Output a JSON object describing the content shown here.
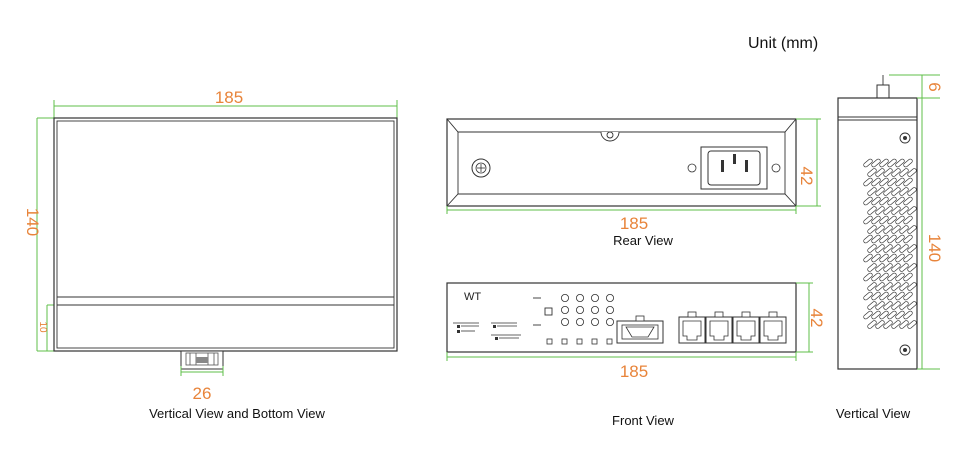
{
  "unit_label": "Unit (mm)",
  "views": {
    "top": {
      "caption": "Vertical View and Bottom View",
      "width_dim": "185",
      "height_dim": "140",
      "small_dim": "10",
      "connector_dim": "26"
    },
    "rear": {
      "caption": "Rear View",
      "width_dim": "185",
      "height_dim": "42"
    },
    "front": {
      "caption": "Front View",
      "brand_text": "WT",
      "width_dim": "185",
      "height_dim": "42",
      "led_rows": 3,
      "led_cols": 4,
      "rj45_ports": 4,
      "sfp_ports": 1
    },
    "side": {
      "caption": "Vertical View",
      "height_dim": "140",
      "top_dim": "6",
      "vent_rows": 18,
      "vent_cols": 6
    }
  },
  "colors": {
    "dimension_text": "#e8843a",
    "dimension_line": "#5fbf4a",
    "outline": "#333333"
  }
}
